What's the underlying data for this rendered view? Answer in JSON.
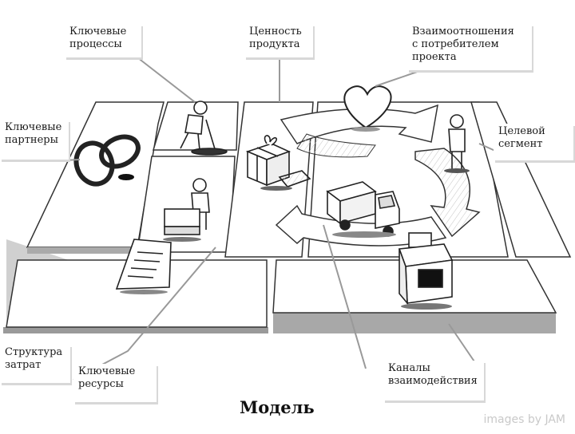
{
  "labels": {
    "key_processes": "Ключевые\nпроцессы",
    "value": "Ценность\nпродукта",
    "relationships": "Взаимоотношения\nс потребителем\nпроекта",
    "partners": "Ключевые\nпартнеры",
    "segment": "Целевой\nсегмент",
    "cost": "Структура\nзатрат",
    "resources": "Ключевые\nресурсы",
    "channels": "Каналы\nвзаимодействия"
  },
  "title": "Модель",
  "credit": "images by JAM"
}
